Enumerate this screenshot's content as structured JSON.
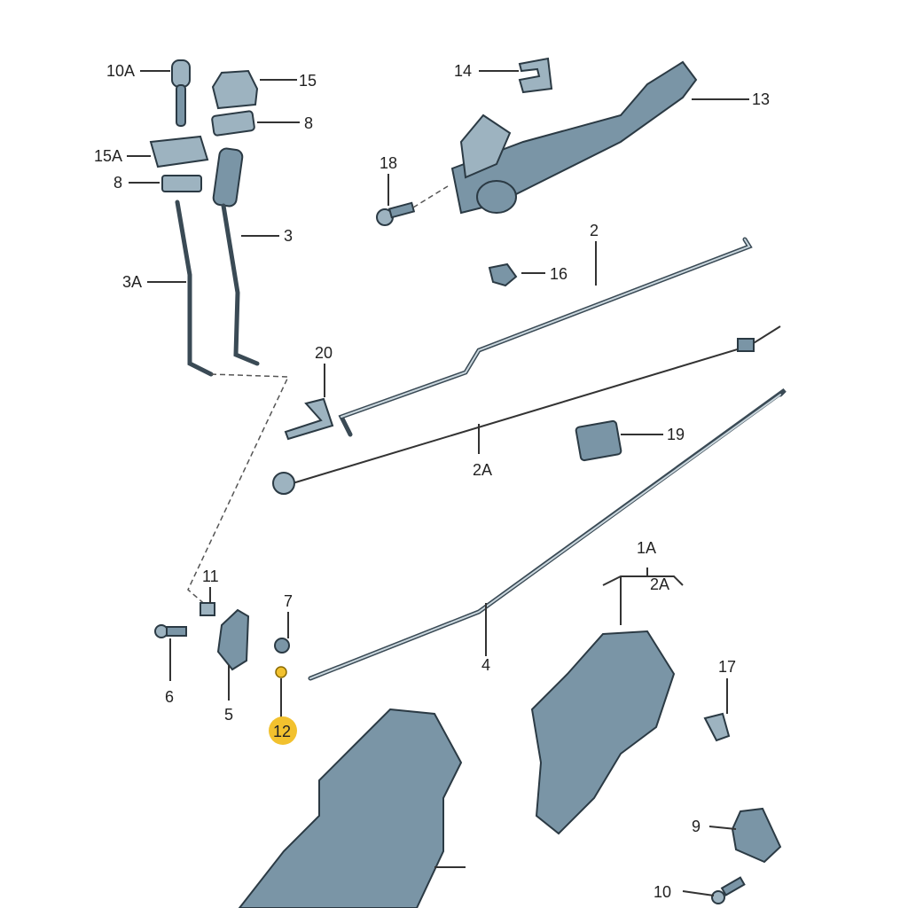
{
  "title": "Door lock mechanism parts diagram",
  "labels": {
    "p10A": "10A",
    "p15": "15",
    "p8a": "8",
    "p15A": "15A",
    "p8b": "8",
    "p3": "3",
    "p3A": "3A",
    "p14": "14",
    "p13": "13",
    "p18": "18",
    "p2": "2",
    "p16": "16",
    "p20": "20",
    "p2A": "2A",
    "p19": "19",
    "p1A": "1A",
    "p2Ab": "2A",
    "p11": "11",
    "p7": "7",
    "p6": "6",
    "p5": "5",
    "p12": "12",
    "p4": "4",
    "p17": "17",
    "p9": "9",
    "p10": "10"
  },
  "highlight_color": "#f2c12e",
  "part_color": "#7a95a6"
}
